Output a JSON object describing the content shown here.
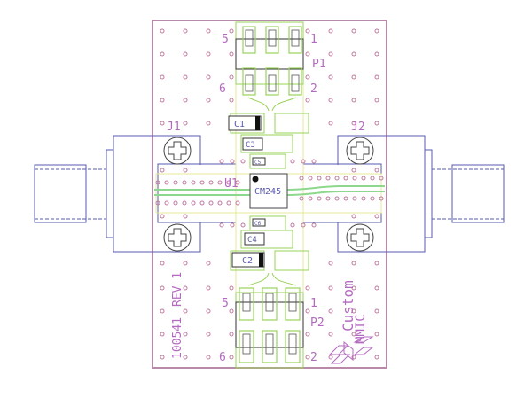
{
  "diagram": {
    "type": "pcb-layout",
    "board": {
      "part_number": "100541",
      "revision_label": "REV 1",
      "logo_text_line1": "Custom",
      "logo_text_line2": "MMIC"
    },
    "ic": {
      "ref": "U1",
      "part": "CM245"
    },
    "connectors": [
      {
        "ref": "J1",
        "side": "left"
      },
      {
        "ref": "J2",
        "side": "right"
      }
    ],
    "headers": [
      {
        "ref": "P1",
        "position": "top",
        "pins": [
          "5",
          "1",
          "6",
          "2"
        ]
      },
      {
        "ref": "P2",
        "position": "bottom",
        "pins": [
          "5",
          "1",
          "6",
          "2"
        ]
      }
    ],
    "capacitors": [
      {
        "ref": "C1",
        "position": "top"
      },
      {
        "ref": "C3",
        "position": "top"
      },
      {
        "ref": "C5",
        "position": "top"
      },
      {
        "ref": "C6",
        "position": "bottom"
      },
      {
        "ref": "C4",
        "position": "bottom"
      },
      {
        "ref": "C2",
        "position": "bottom"
      }
    ],
    "colors": {
      "board_outline": "#b98aa8",
      "via": "#c07aa0",
      "silkscreen": "#b36bbf",
      "copper_outline": "#9ad35a",
      "keepout_outline": "#e8e89a",
      "connector_outline": "#5a5ab0",
      "rf_trace": "#8ed88e",
      "component_outline": "#333333"
    }
  }
}
